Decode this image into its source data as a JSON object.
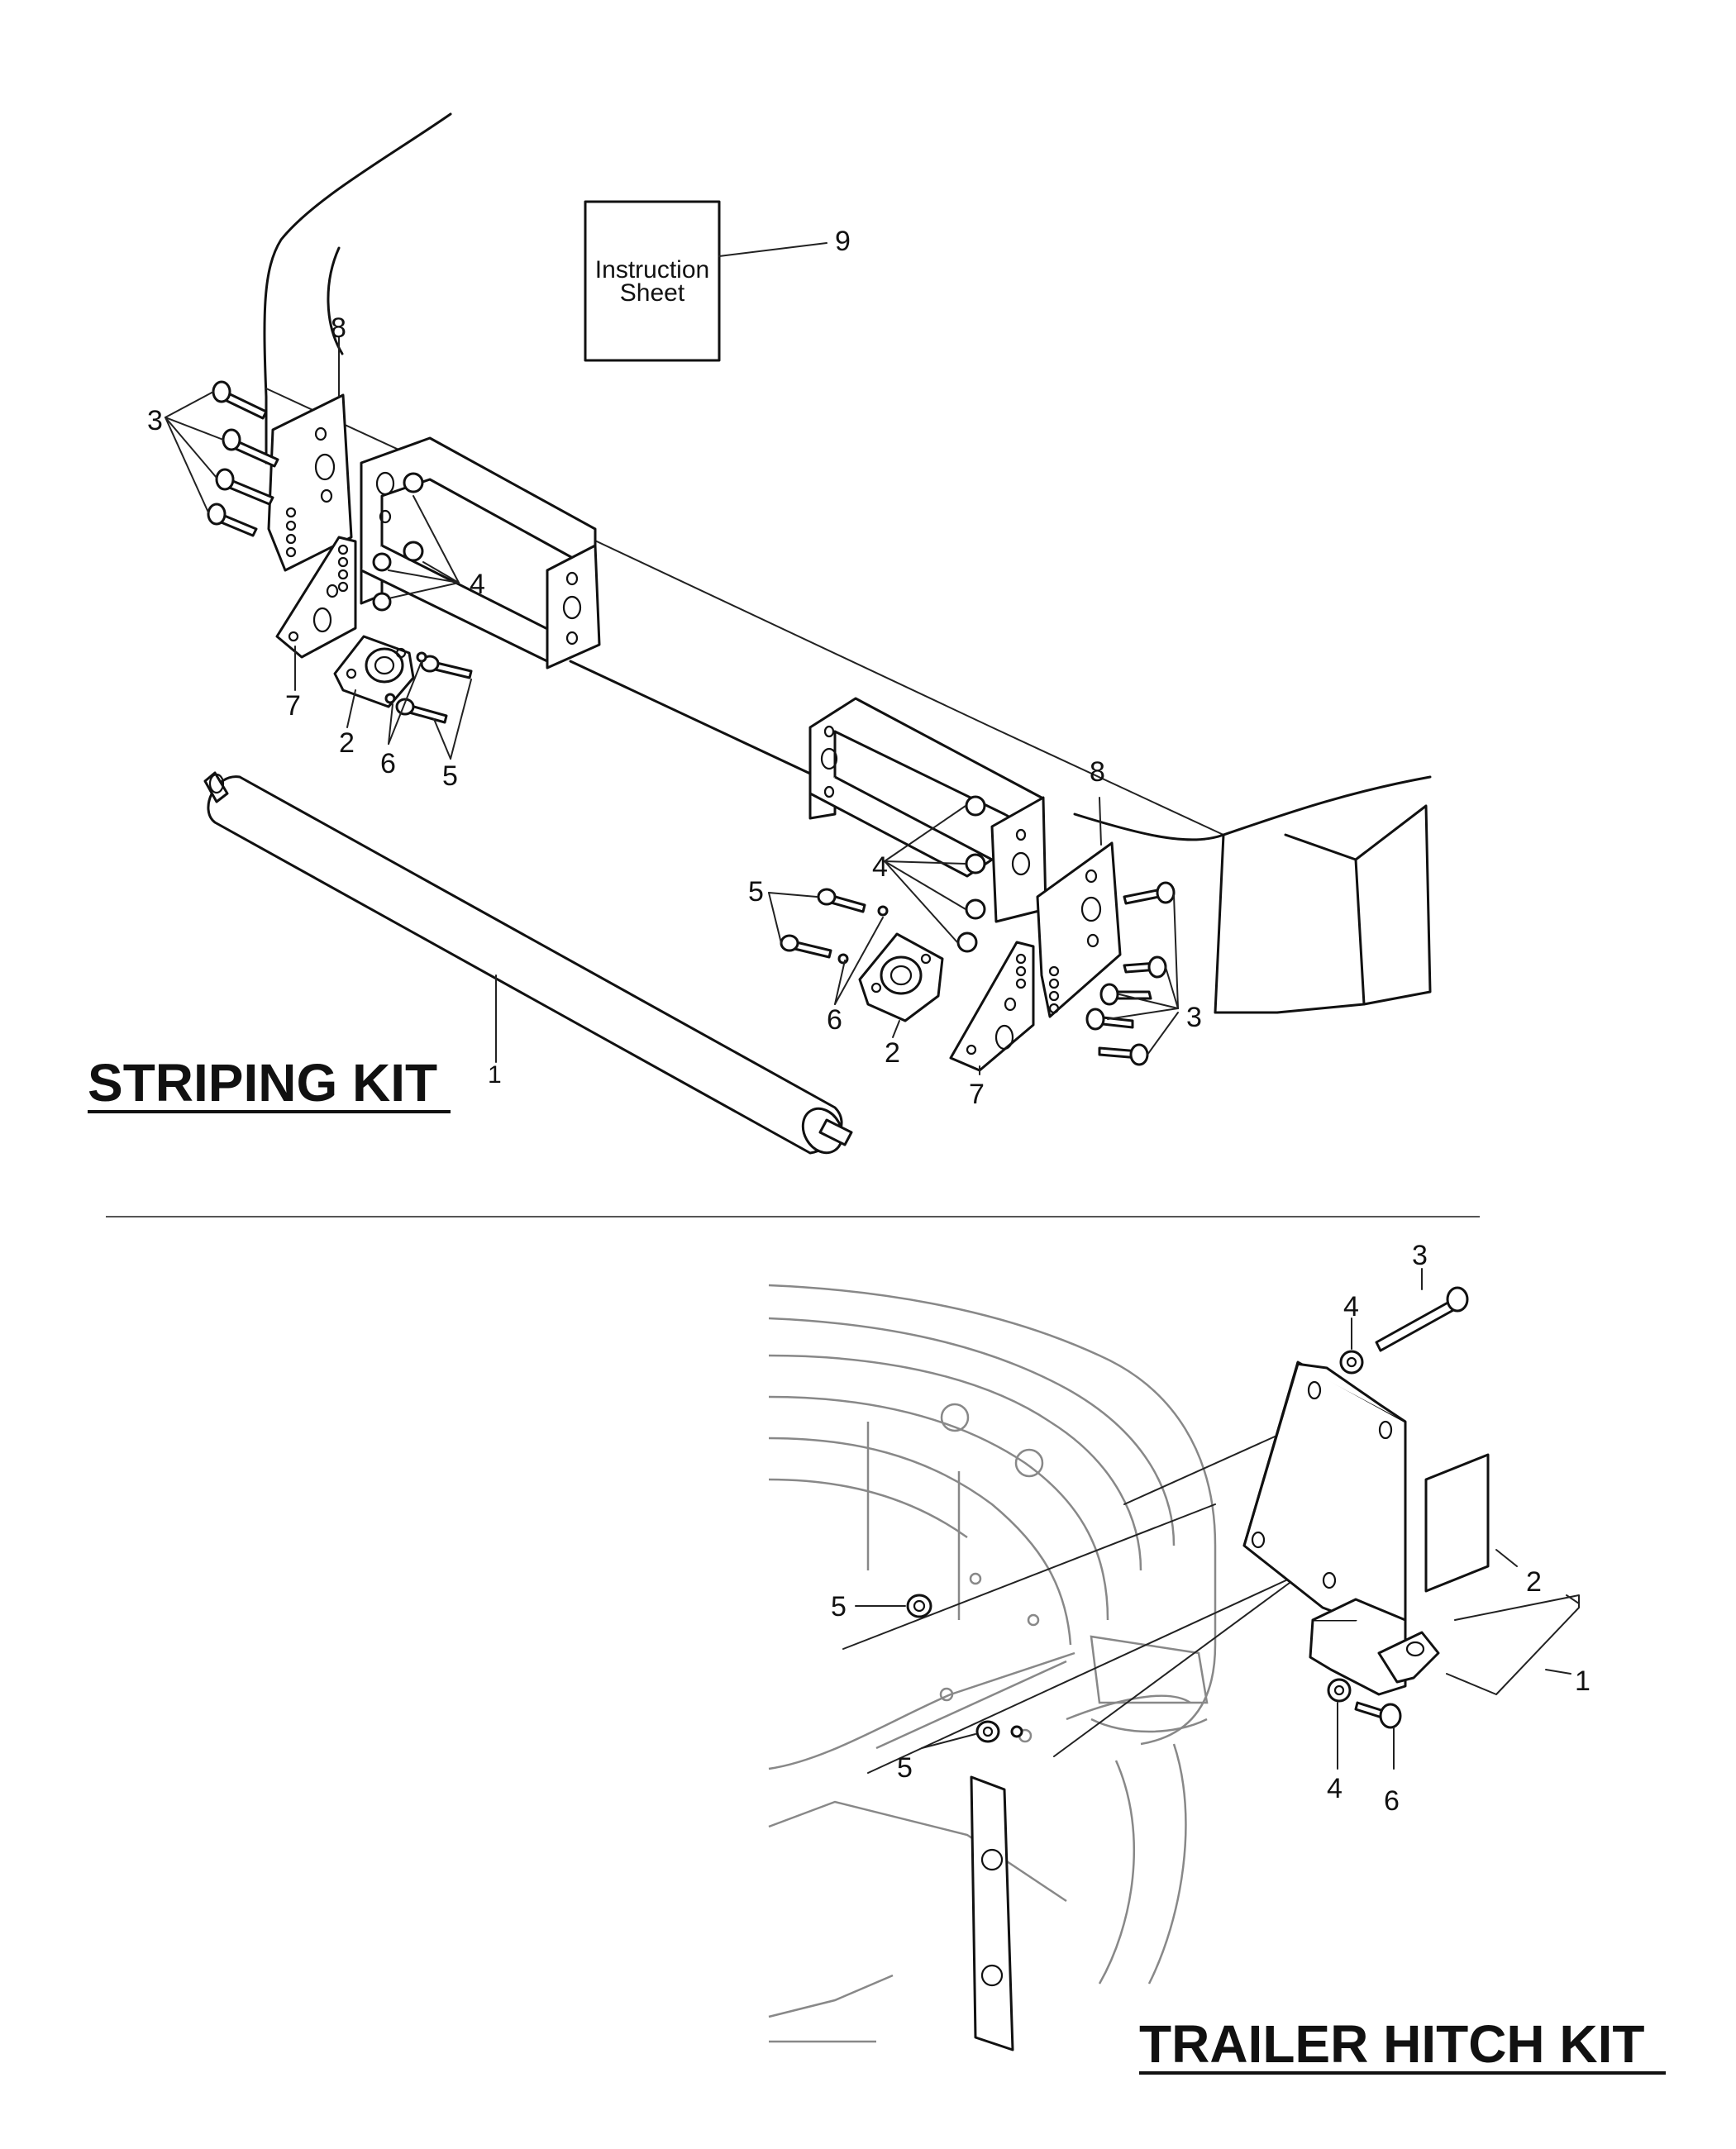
{
  "titles": {
    "striping": "STRIPING KIT",
    "trailer": "TRAILER HITCH KIT"
  },
  "instruction_sheet": {
    "line1": "Instruction",
    "line2": "Sheet"
  },
  "striping_callouts": {
    "c1": "1",
    "c2a": "2",
    "c2b": "2",
    "c3a": "3",
    "c3b": "3",
    "c4a": "4",
    "c4b": "4",
    "c5a": "5",
    "c5b": "5",
    "c6a": "6",
    "c6b": "6",
    "c7a": "7",
    "c7b": "7",
    "c8a": "8",
    "c8b": "8",
    "c9": "9"
  },
  "trailer_callouts": {
    "c1": "1",
    "c2": "2",
    "c3": "3",
    "c4a": "4",
    "c4b": "4",
    "c5a": "5",
    "c5b": "5",
    "c6": "6"
  }
}
